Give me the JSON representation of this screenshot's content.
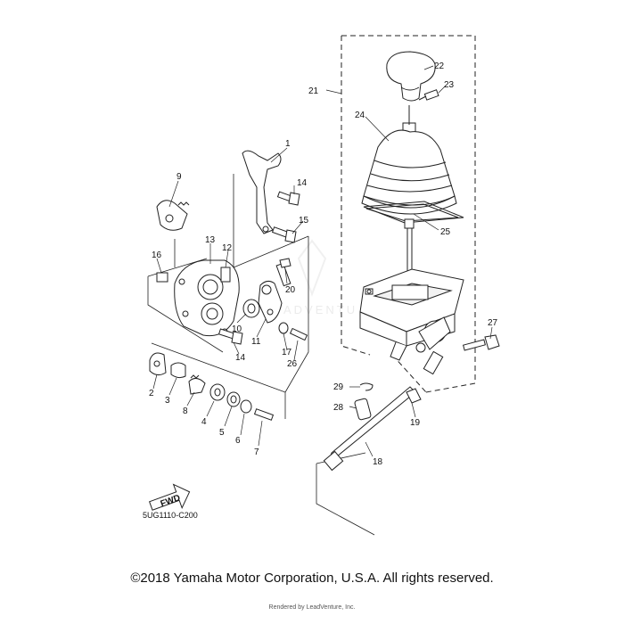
{
  "diagram": {
    "reference_code": "5UG1110-C200",
    "fwd_label": "FWD",
    "watermark": "ADVENTU",
    "callouts": [
      "1",
      "2",
      "3",
      "4",
      "5",
      "6",
      "7",
      "8",
      "9",
      "10",
      "11",
      "12",
      "13",
      "14",
      "14",
      "15",
      "16",
      "17",
      "18",
      "19",
      "20",
      "21",
      "22",
      "23",
      "24",
      "25",
      "26",
      "27",
      "28",
      "29"
    ]
  },
  "footer": {
    "copyright": "©2018 Yamaha Motor Corporation, U.S.A. All rights reserved.",
    "rendered_by": "Rendered by LeadVenture, Inc."
  }
}
